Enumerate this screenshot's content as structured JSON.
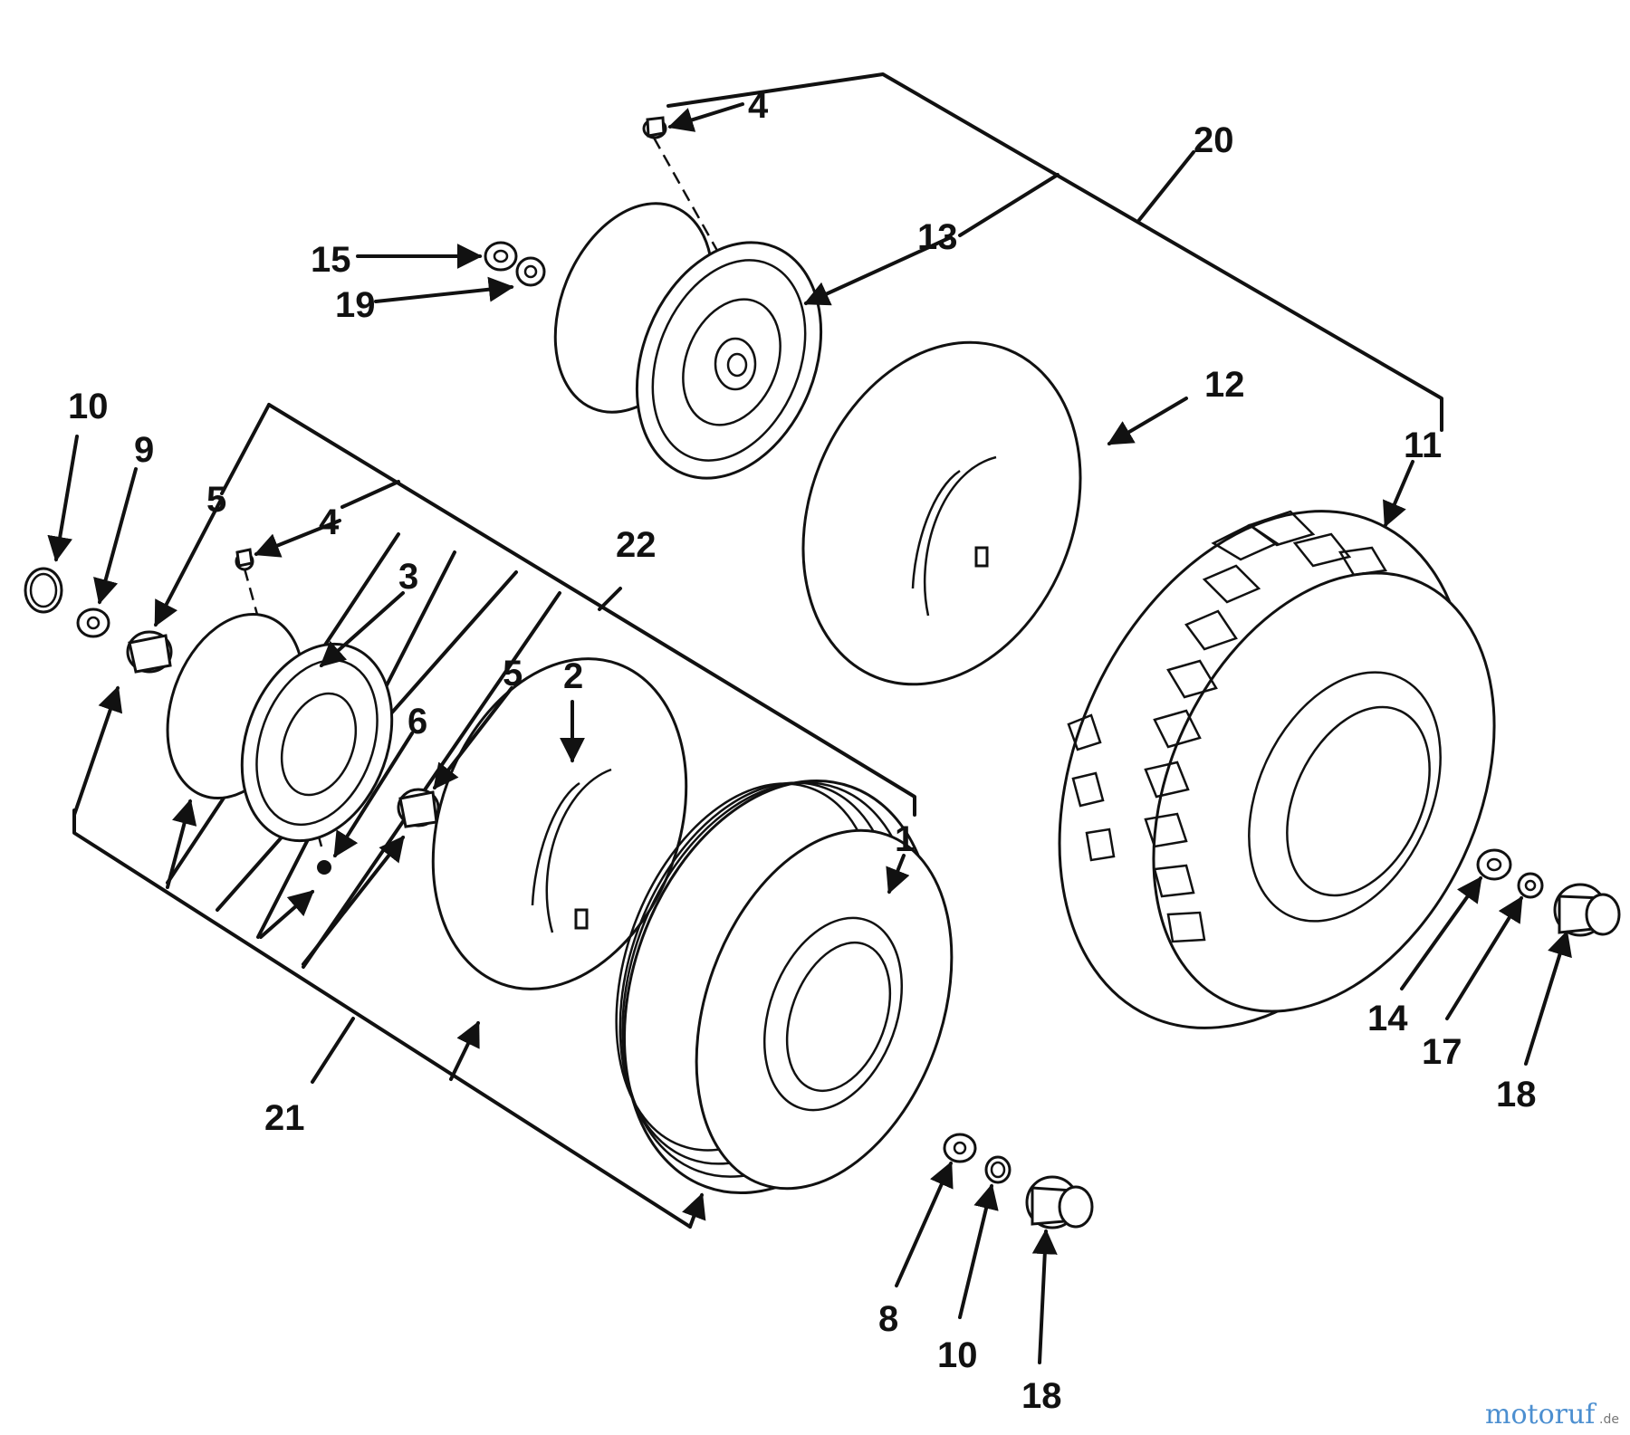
{
  "callouts": {
    "c1": "1",
    "c2": "2",
    "c3": "3",
    "c4a": "4",
    "c4b": "4",
    "c5a": "5",
    "c5b": "5",
    "c6": "6",
    "c8": "8",
    "c9": "9",
    "c10a": "10",
    "c10b": "10",
    "c11": "11",
    "c12": "12",
    "c13": "13",
    "c14": "14",
    "c15": "15",
    "c17": "17",
    "c18a": "18",
    "c18b": "18",
    "c19": "19",
    "c20": "20",
    "c21": "21",
    "c22": "22"
  },
  "watermark": {
    "brand": "motoruf",
    "suffix": ".de",
    "brand_color": "#4c8fd0"
  }
}
